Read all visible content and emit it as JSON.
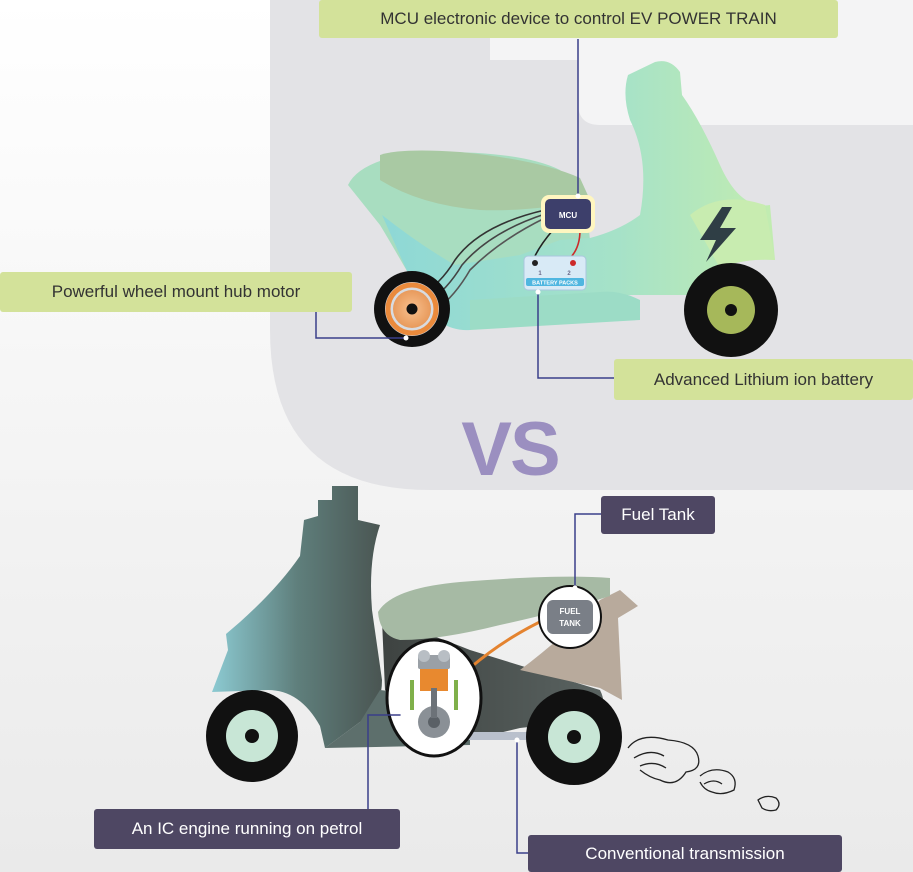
{
  "callouts": {
    "mcu": "MCU electronic device to control EV POWER TRAIN",
    "hub_motor": "Powerful wheel mount hub motor",
    "battery": "Advanced Lithium ion battery",
    "fuel_tank": "Fuel Tank",
    "ic_engine": "An IC engine running on petrol",
    "transmission": "Conventional transmission"
  },
  "vs_text": "VS",
  "inner_labels": {
    "mcu": "MCU",
    "battery_packs": "BATTERY PACKS",
    "battery_neg": "1",
    "battery_pos": "2",
    "fuel_line1": "FUEL",
    "fuel_line2": "TANK"
  },
  "colors": {
    "callout_green": "#d3e29a",
    "callout_dark": "#4e4763",
    "vs": "#9b8fc0",
    "ev_body": "#9fe0cf",
    "ic_body": "#6b8a86"
  },
  "icons": [
    "lightning-icon",
    "exhaust-smoke-icon",
    "engine-piston-icon",
    "hub-motor-icon"
  ]
}
